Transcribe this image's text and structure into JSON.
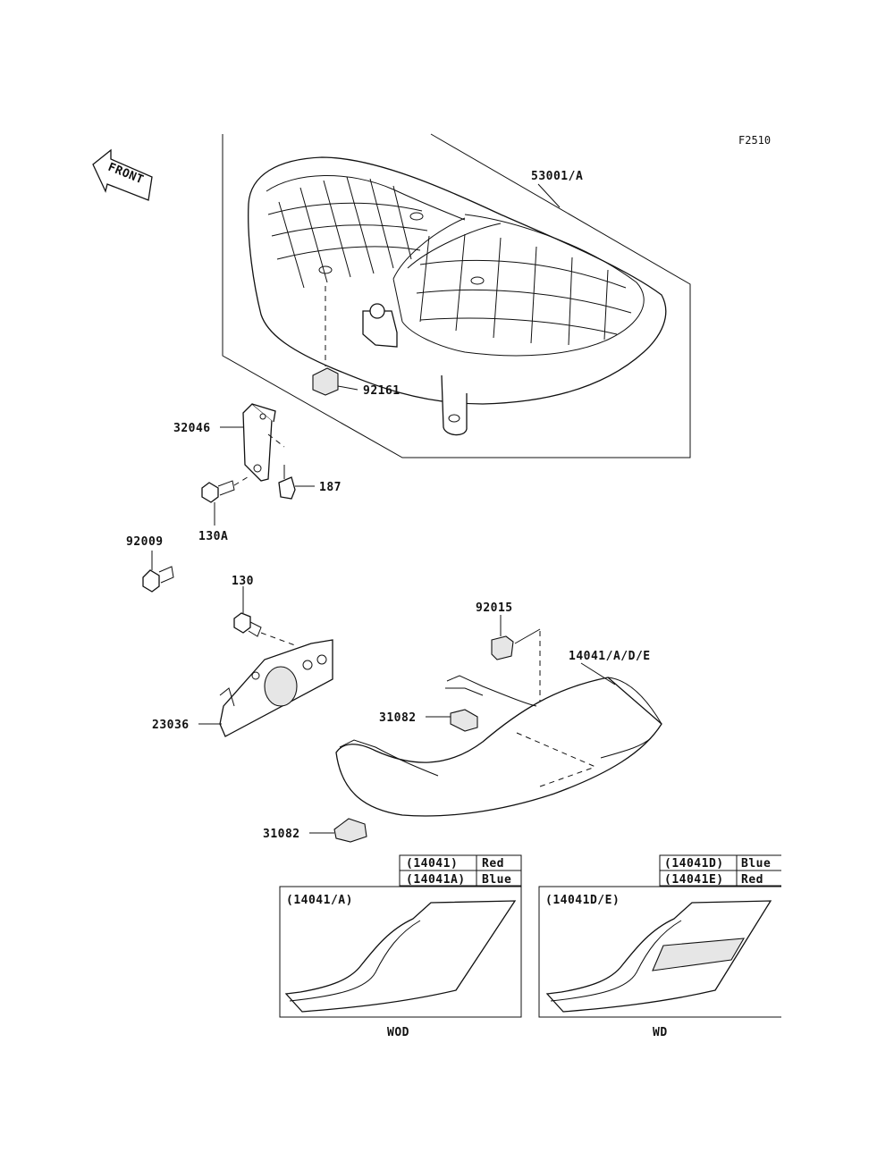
{
  "figure_code": "F2510",
  "front_label": "FRONT",
  "parts": {
    "seat": "53001/A",
    "seat_damper": "92161",
    "bracket_upper": "32046",
    "bolt_130a": "130A",
    "nut_187": "187",
    "bolt_92009": "92009",
    "bolt_130": "130",
    "plate": "23036",
    "clip": "92015",
    "cover": "14041/A/D/E",
    "rubber_upper": "31082",
    "rubber_lower": "31082"
  },
  "color_table_left": [
    {
      "part": "(14041)",
      "color": "Red"
    },
    {
      "part": "(14041A)",
      "color": "Blue"
    }
  ],
  "color_table_right": [
    {
      "part": "(14041D)",
      "color": "Blue"
    },
    {
      "part": "(14041E)",
      "color": "Red"
    }
  ],
  "box_left_title": "(14041/A)",
  "box_right_title": "(14041D/E)",
  "caption_left": "WOD",
  "caption_right": "WD"
}
